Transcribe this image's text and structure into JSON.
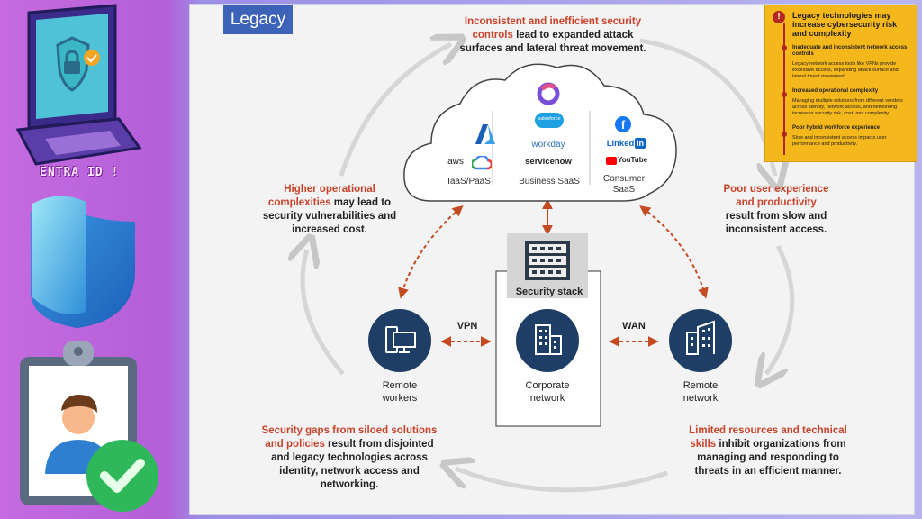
{
  "left_panel": {
    "entra_label": "ENTRA ID !"
  },
  "diagram": {
    "title": "Legacy",
    "top_text": {
      "highlight": "Inconsistent and inefficient security controls",
      "rest": " lead to expanded attack surfaces and lateral threat movement."
    },
    "left_text": {
      "highlight": "Higher operational complexities",
      "rest": " may lead to security vulnerabilities and increased cost."
    },
    "right_text": {
      "highlight": "Poor user experience and productivity",
      "rest": " result from slow and inconsistent access."
    },
    "bottom_left_text": {
      "highlight": "Security gaps from siloed solutions and policies",
      "rest": " result from disjointed and legacy technologies across identity, network access and networking."
    },
    "bottom_right_text": {
      "highlight": "Limited resources and technical skills",
      "rest": " inhibit organizations from managing and responding to threats in an efficient manner."
    },
    "cloud": {
      "iaas_label": "IaaS/PaaS",
      "business_label": "Business SaaS",
      "consumer_label": "Consumer SaaS",
      "logos": {
        "aws": "aws",
        "salesforce": "salesforce",
        "workday": "workday",
        "servicenow": "servicenow",
        "linkedin": "Linked",
        "linkedin_in": "in",
        "youtube": "YouTube"
      }
    },
    "nodes": {
      "security_stack": "Security stack",
      "remote_workers": "Remote workers",
      "corporate_network": "Corporate network",
      "remote_network": "Remote network",
      "vpn": "VPN",
      "wan": "WAN"
    },
    "warning_panel": {
      "title": "Legacy technologies may increase cybersecurity risk and complexity",
      "items": [
        {
          "heading": "Inadequate and inconsistent network access controls",
          "body": "Legacy network access tools like VPNs provide excessive access, expanding attack surface and lateral threat movement."
        },
        {
          "heading": "Increased operational complexity",
          "body": "Managing multiple solutions from different vendors across identity, network access, and networking increases security risk, cost, and complexity."
        },
        {
          "heading": "Poor hybrid workforce experience",
          "body": "Slow and inconsistent access impacts user performance and productivity."
        }
      ]
    }
  }
}
